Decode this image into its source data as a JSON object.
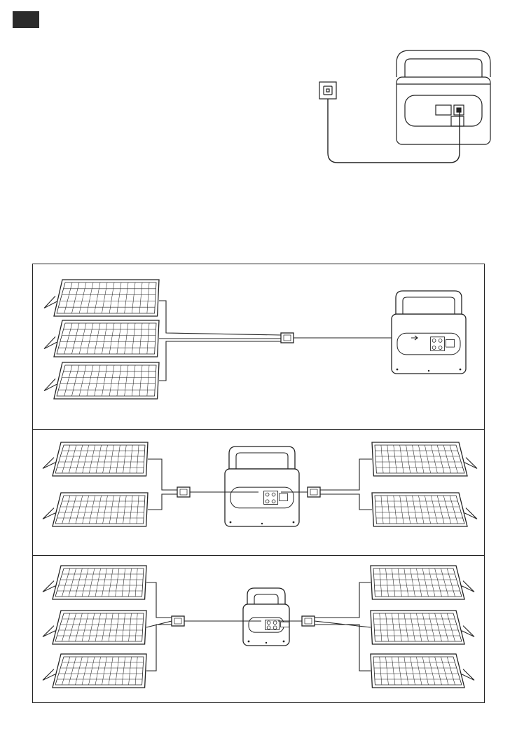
{
  "diagram": {
    "top_figure": {
      "description_ids": [
        "wall-outlet",
        "power-station",
        "ac-cable"
      ]
    },
    "panels": [
      {
        "id": "panel-1",
        "left_panels": 3,
        "right_panels": 0
      },
      {
        "id": "panel-2",
        "left_panels": 2,
        "right_panels": 2
      },
      {
        "id": "panel-3",
        "left_panels": 3,
        "right_panels": 3
      }
    ]
  },
  "colors": {
    "line": "#222222",
    "header_tab": "#2b2b2b",
    "background": "#ffffff"
  }
}
